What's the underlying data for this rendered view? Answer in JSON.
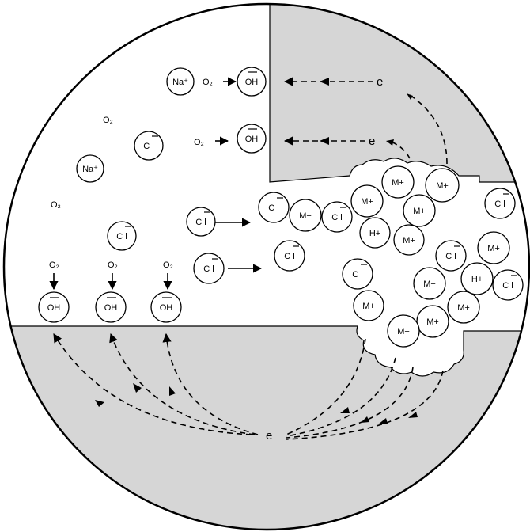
{
  "diagram": {
    "electron_label": "e",
    "oxygen_label": "O₂",
    "ions": {
      "sodium": "Na⁺",
      "chloride": "C l",
      "hydroxide": "OH",
      "metal": "M+",
      "hydrogen": "H+"
    },
    "colors": {
      "metal_fill": "#d6d6d6",
      "outline": "#000000",
      "solution": "#ffffff"
    }
  }
}
